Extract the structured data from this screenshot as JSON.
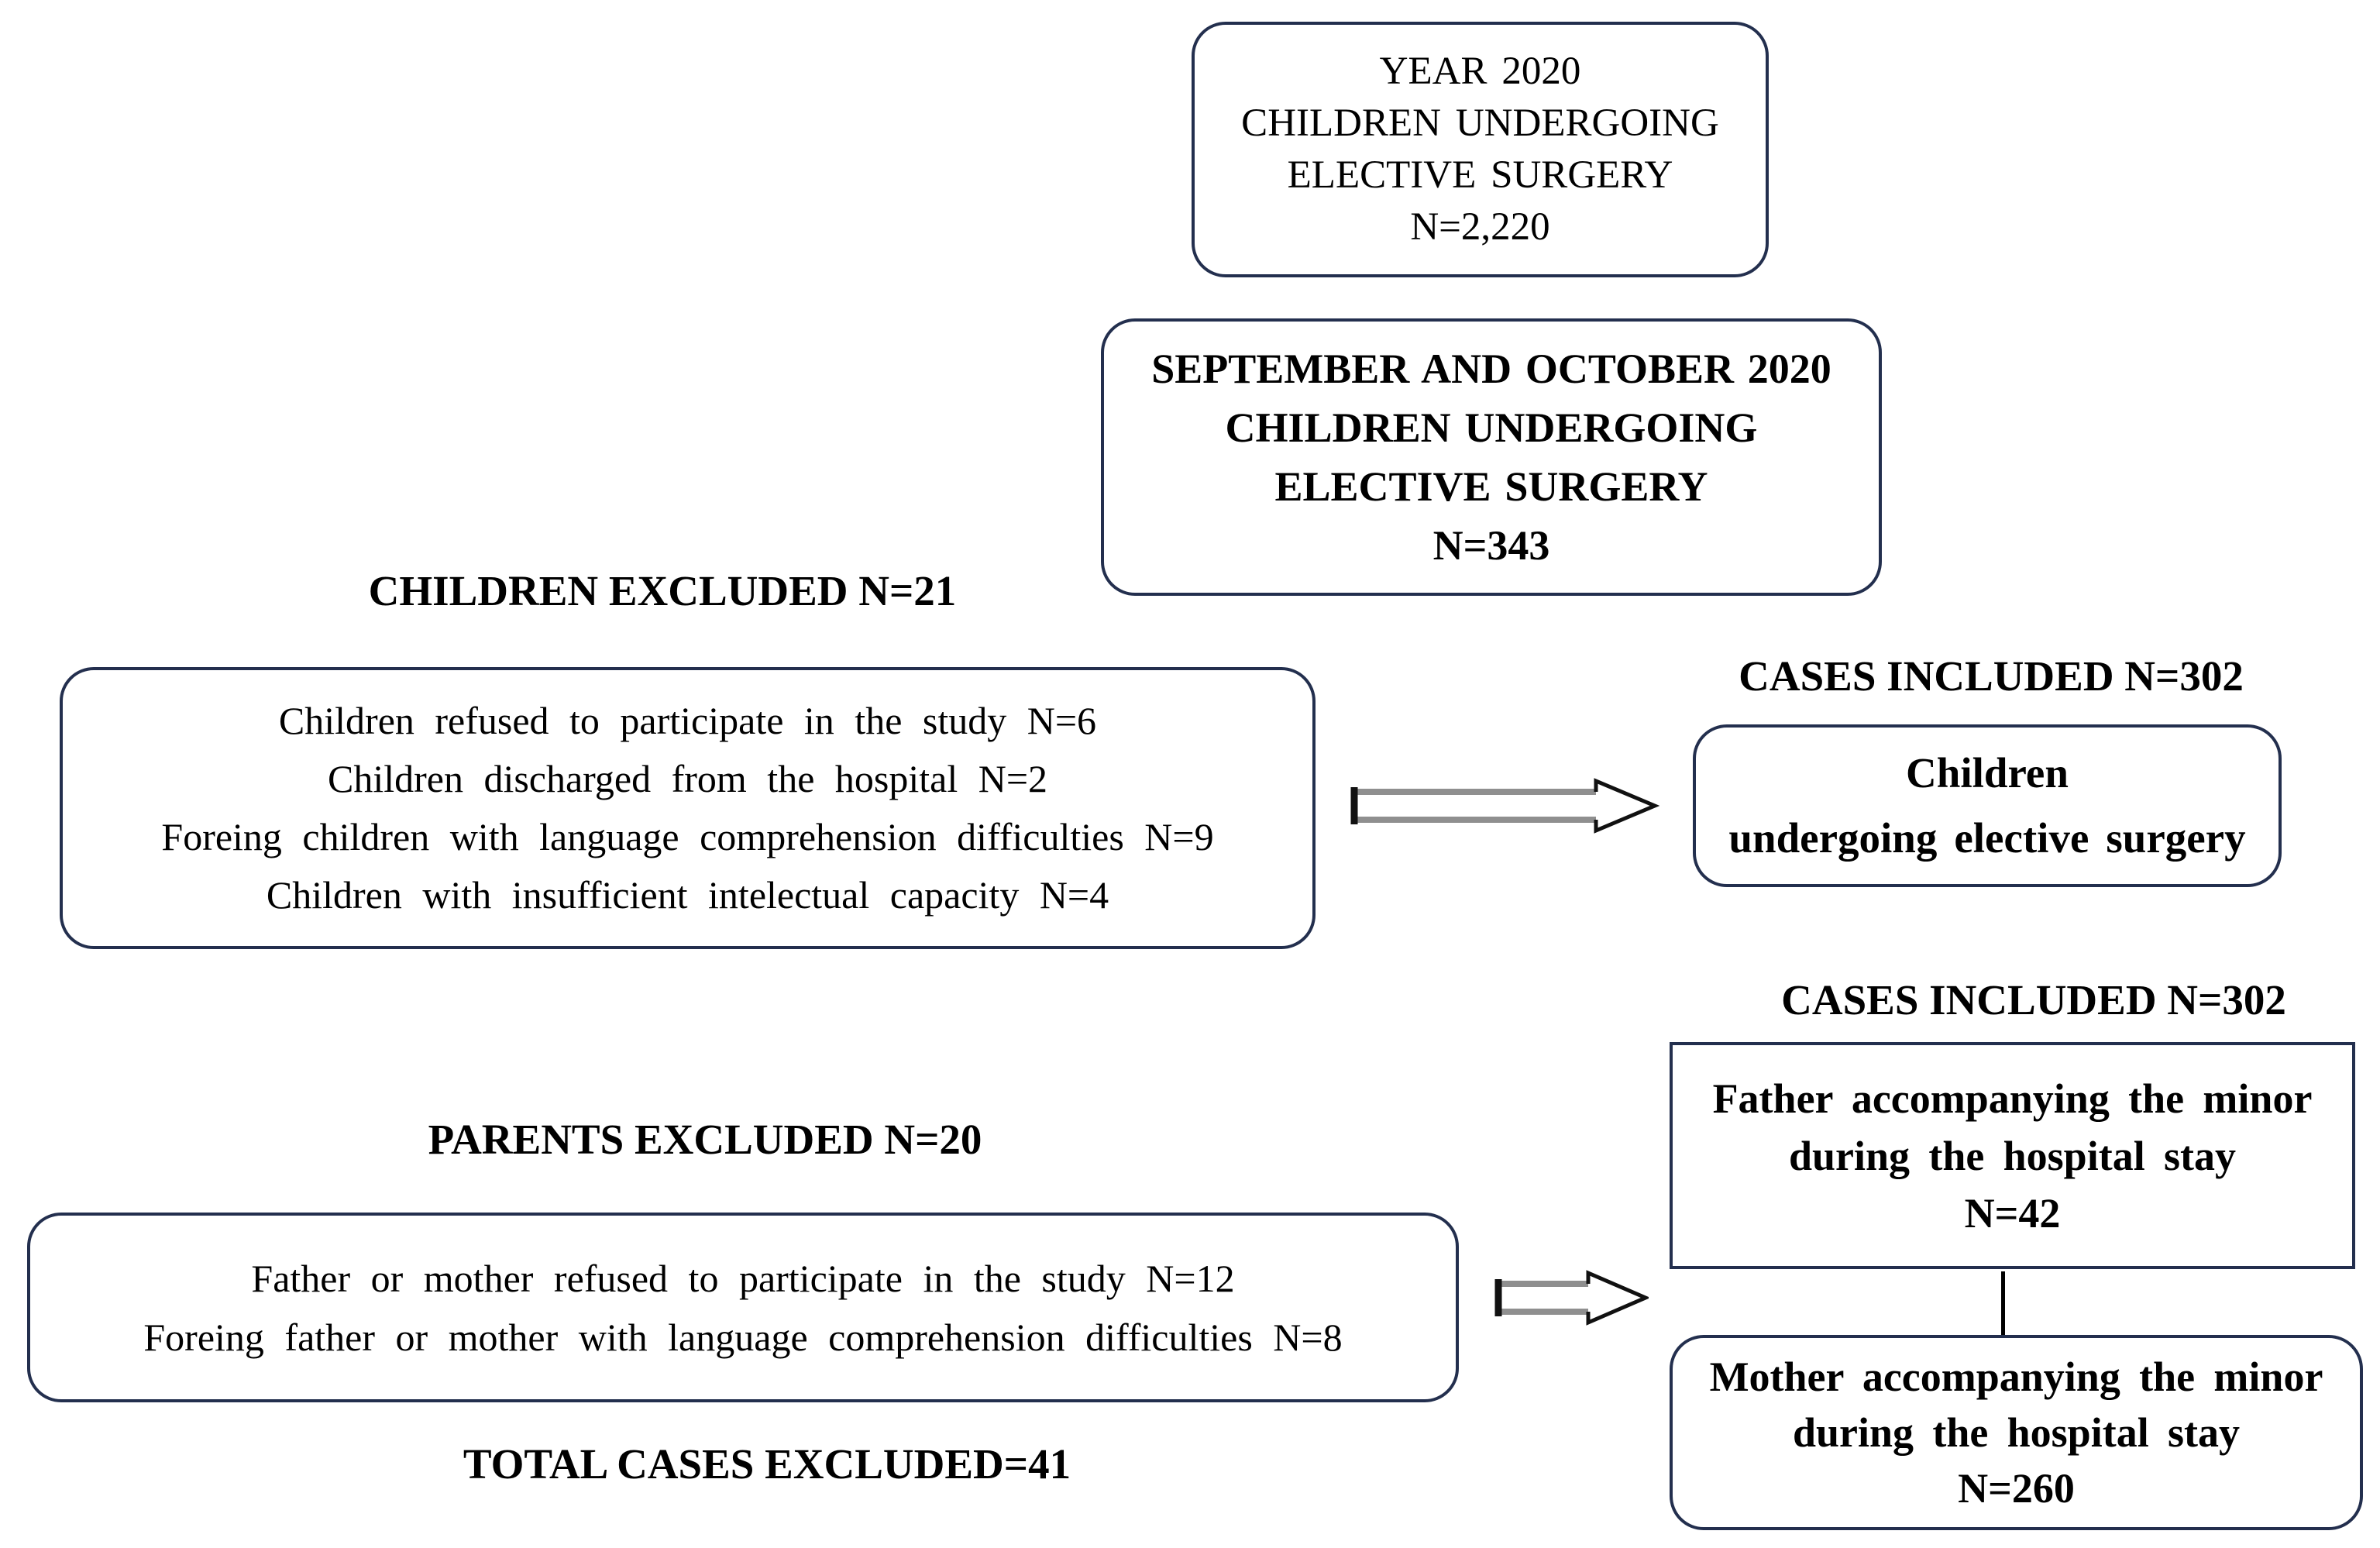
{
  "figure": {
    "type": "study-flow-diagram",
    "background_color": "#ffffff",
    "border_color": "#232f4e",
    "text_color": "#000000",
    "boxes": {
      "year_2020": {
        "lines": [
          "YEAR 2020",
          "CHILDREN UNDERGOING",
          "ELECTIVE SURGERY",
          "N=2,220"
        ]
      },
      "sept_oct_2020": {
        "lines": [
          "SEPTEMBER AND OCTOBER 2020",
          "CHILDREN UNDERGOING",
          "ELECTIVE SURGERY",
          "N=343"
        ]
      },
      "children_excluded_reasons": {
        "lines": [
          "Children refused to participate in the study N=6",
          "Children discharged from the hospital N=2",
          "Foreing children with language comprehension difficulties N=9",
          "Children with insufficient intelectual capacity N=4"
        ]
      },
      "children_included": {
        "lines": [
          "Children",
          "undergoing elective surgery"
        ]
      },
      "father_accompanying": {
        "lines": [
          "Father accompanying the minor",
          "during the hospital stay",
          "N=42"
        ]
      },
      "parents_excluded_reasons": {
        "lines": [
          "Father or mother refused to participate in the study N=12",
          "Foreing father or mother with language comprehension difficulties N=8"
        ]
      },
      "mother_accompanying": {
        "lines": [
          "Mother accompanying the minor",
          "during the hospital stay",
          "N=260"
        ]
      }
    },
    "labels": {
      "children_excluded": "CHILDREN EXCLUDED N=21",
      "cases_included_top": "CASES INCLUDED N=302",
      "cases_included_bottom": "CASES INCLUDED N=302",
      "parents_excluded": "PARENTS EXCLUDED N=20",
      "total_cases_excluded": "TOTAL CASES EXCLUDED=41"
    }
  }
}
